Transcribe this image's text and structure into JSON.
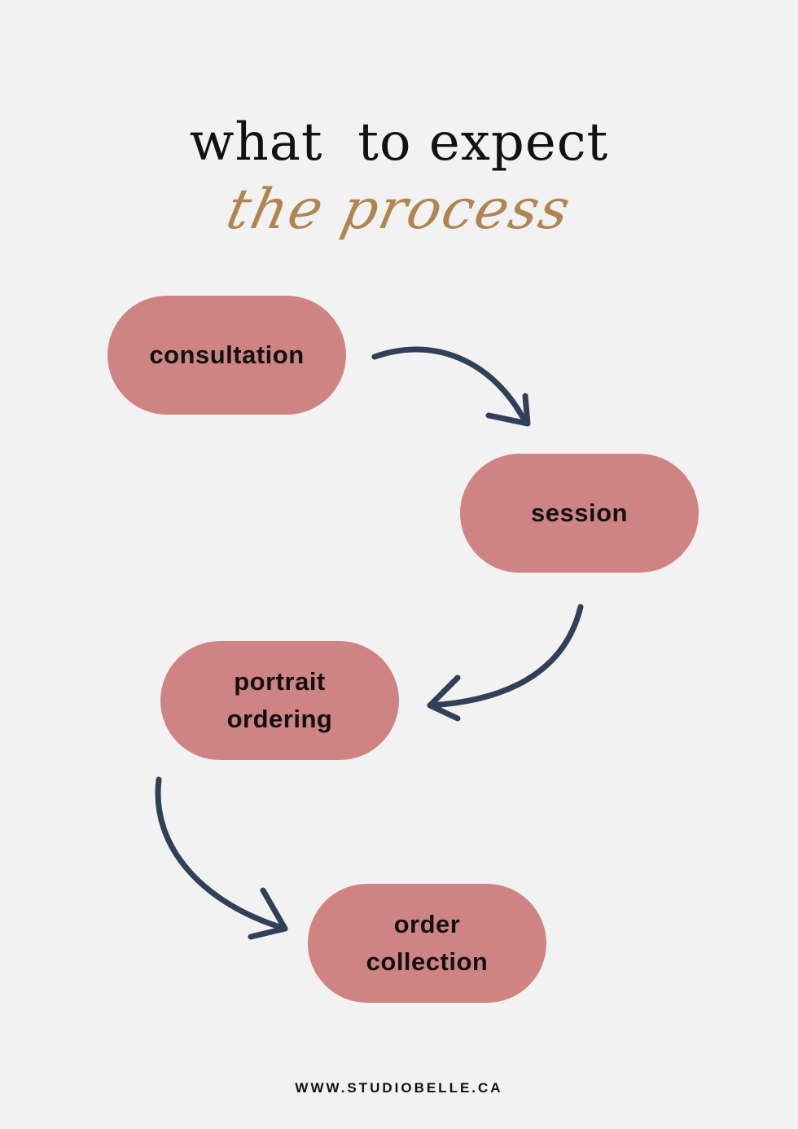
{
  "title": "what  to expect",
  "subtitle": "the process",
  "steps": [
    {
      "lines": [
        "consultation"
      ]
    },
    {
      "lines": [
        "session"
      ]
    },
    {
      "lines": [
        "portrait",
        "ordering"
      ]
    },
    {
      "lines": [
        "order",
        "collection"
      ]
    }
  ],
  "colors": {
    "pill": "#cf8383",
    "arrow": "#2f4058",
    "script": "#b08550",
    "background": "#f2f2f2"
  },
  "footer": "WWW.STUDIOBELLE.CA"
}
